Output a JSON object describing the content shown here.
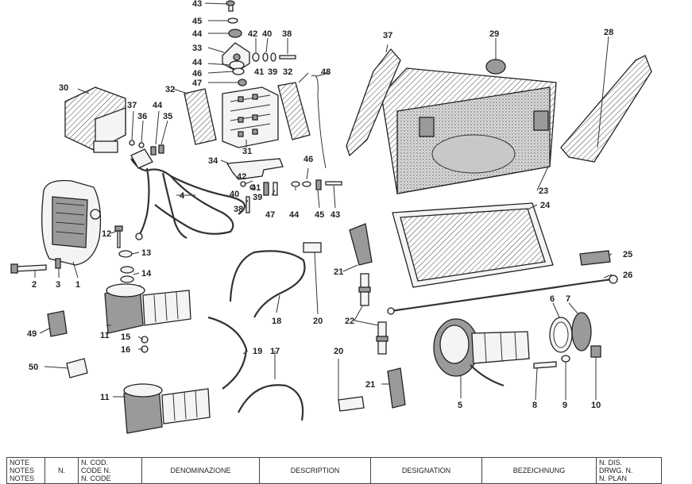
{
  "callouts": {
    "c2": "2",
    "c3": "3",
    "c1": "1",
    "c12": "12",
    "c13": "13",
    "c14": "14",
    "c30": "30",
    "c37a": "37",
    "c36": "36",
    "c44a": "44",
    "c35": "35",
    "c43a": "43",
    "c45a": "45",
    "c44b": "44",
    "c33": "33",
    "c44c": "44",
    "c46a": "46",
    "c47a": "47",
    "c42a": "42",
    "c40a": "40",
    "c38a": "38",
    "c41a": "41",
    "c39a": "39",
    "c32a": "32",
    "c32b": "32",
    "c31": "31",
    "c48": "48",
    "c34": "34",
    "c42b": "42",
    "c41b": "41",
    "c40b": "40",
    "c39b": "39",
    "c38b": "38",
    "c47b": "47",
    "c44d": "44",
    "c45b": "45",
    "c43b": "43",
    "c46b": "46",
    "c4": "4",
    "c37b": "37",
    "c29": "29",
    "c28": "28",
    "c23": "23",
    "c24": "24",
    "c25": "25",
    "c26": "26",
    "c21a": "21",
    "c22": "22",
    "c18": "18",
    "c20a": "20",
    "c11a": "11",
    "c15": "15",
    "c16": "16",
    "c49": "49",
    "c50": "50",
    "c19": "19",
    "c17": "17",
    "c11b": "11",
    "c20b": "20",
    "c21b": "21",
    "c6": "6",
    "c7": "7",
    "c5": "5",
    "c8": "8",
    "c9": "9",
    "c10": "10"
  },
  "table_header": {
    "note": [
      "NOTE",
      "NOTES",
      "NOTES"
    ],
    "num": "N.",
    "code": [
      "N. COD.",
      "CODE N.",
      "N. CODE"
    ],
    "denominazione": "DENOMINAZIONE",
    "description": "DESCRIPTION",
    "designation": "DESIGNATION",
    "bezeichnung": "BEZEICHNUNG",
    "drawing": [
      "N. DIS.",
      "DRWG. N.",
      "N. PLAN"
    ]
  }
}
